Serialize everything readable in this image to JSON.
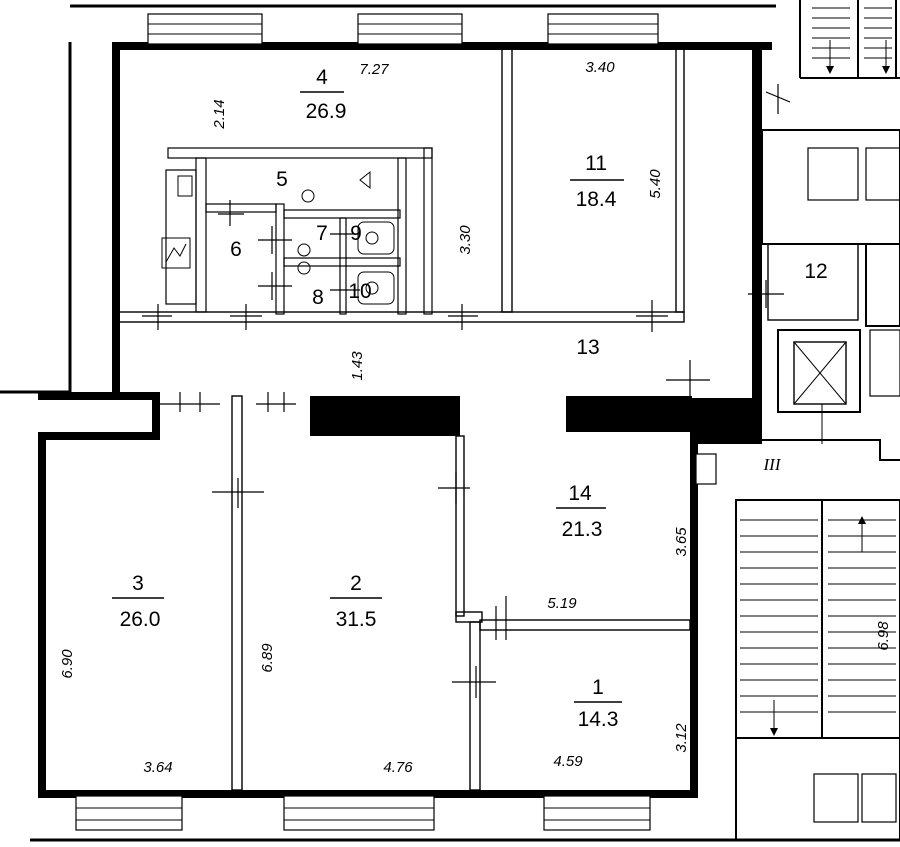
{
  "rooms": [
    {
      "id": "1",
      "number": "1",
      "area": "14.3"
    },
    {
      "id": "2",
      "number": "2",
      "area": "31.5"
    },
    {
      "id": "3",
      "number": "3",
      "area": "26.0"
    },
    {
      "id": "4",
      "number": "4",
      "area": "26.9"
    },
    {
      "id": "5",
      "number": "5"
    },
    {
      "id": "6",
      "number": "6"
    },
    {
      "id": "7",
      "number": "7"
    },
    {
      "id": "8",
      "number": "8"
    },
    {
      "id": "9",
      "number": "9"
    },
    {
      "id": "10",
      "number": "10"
    },
    {
      "id": "11",
      "number": "11",
      "area": "18.4"
    },
    {
      "id": "12",
      "number": "12"
    },
    {
      "id": "13",
      "number": "13"
    },
    {
      "id": "14",
      "number": "14",
      "area": "21.3"
    }
  ],
  "dimensions": [
    "7.27",
    "3.40",
    "2.14",
    "5.40",
    "3.30",
    "1.43",
    "3.65",
    "5.19",
    "6.90",
    "6.89",
    "3.64",
    "4.76",
    "4.59",
    "3.12",
    "6.98"
  ],
  "stair_label": "III"
}
